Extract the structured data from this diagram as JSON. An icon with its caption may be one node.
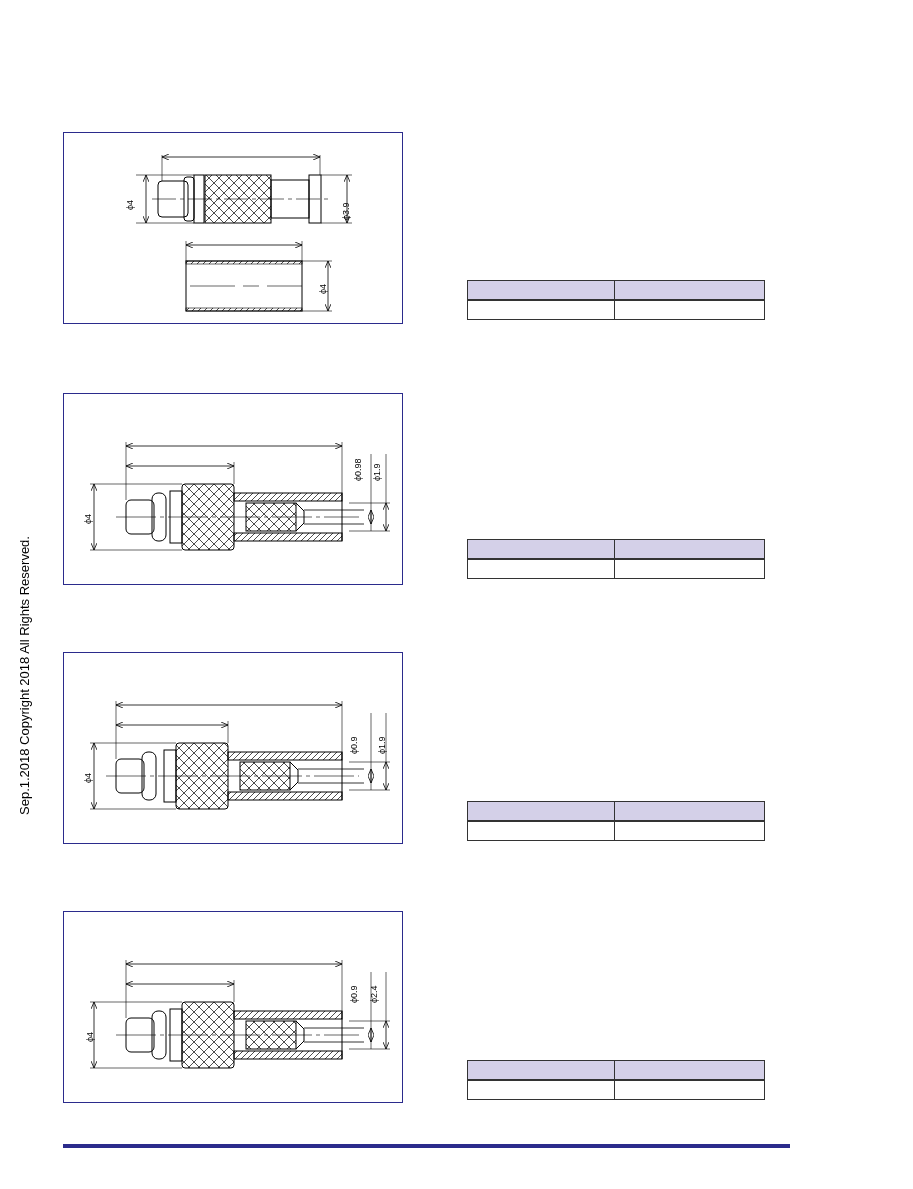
{
  "diagram": {
    "labels": [
      "Sep.1.2018  Copyright 2018 All Rights Reserved.",
      "ϕ4",
      "ϕ3.9",
      "ϕ4",
      "ϕ0.98",
      "ϕ1.9",
      "ϕ4",
      "ϕ0.9",
      "ϕ1.9",
      "ϕ4",
      "ϕ0.9",
      "ϕ2.4",
      "ϕ4"
    ]
  }
}
